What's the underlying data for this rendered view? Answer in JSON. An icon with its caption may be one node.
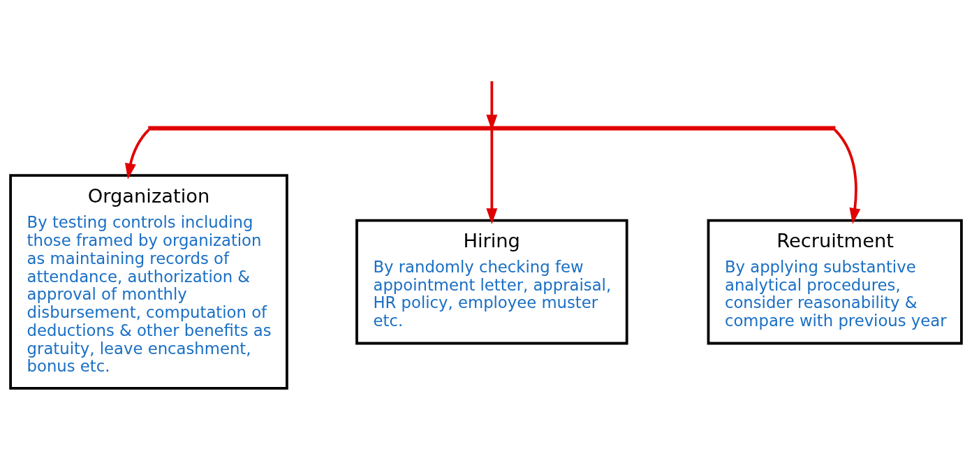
{
  "diagram": {
    "nodes": [
      {
        "text": [],
        "shape": "bar"
      },
      {
        "text": [
          "Organization",
          "By testing controls including those framed by organization as maintaining records of attendance, authorization & approval of monthly disbursement, computation of deductions & other benefits as gratuity, leave encashment, bonus etc."
        ]
      },
      {
        "text": [
          "Hiring",
          "By randomly checking few appointment letter, appraisal, HR policy, employee muster etc."
        ]
      },
      {
        "text": [
          "Recruitment",
          "By applying substantive analytical procedures, consider reasonability & compare with previous year"
        ]
      }
    ],
    "edges": [
      {
        "from": null,
        "to": 0,
        "arrow": "to"
      },
      {
        "from": 0,
        "to": 1,
        "arrow": "to"
      },
      {
        "from": 0,
        "to": 2,
        "arrow": "to"
      },
      {
        "from": 0,
        "to": 3,
        "arrow": "to"
      }
    ]
  }
}
